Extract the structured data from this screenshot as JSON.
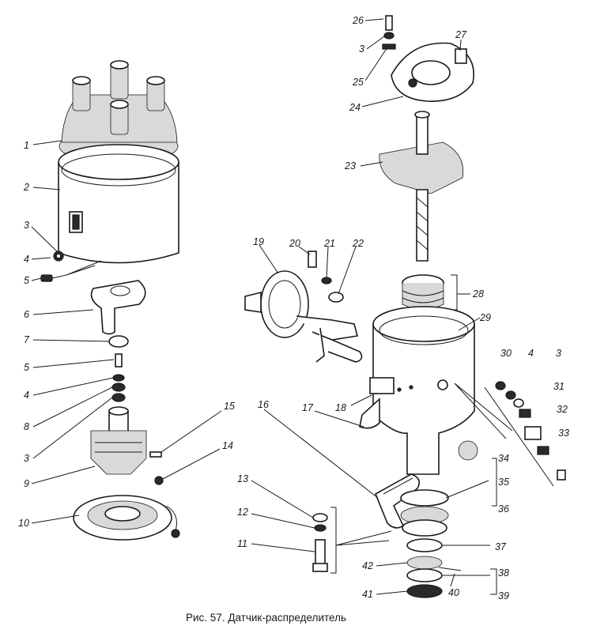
{
  "caption": "Рис. 57. Датчик-распределитель",
  "labels": [
    "1",
    "2",
    "3",
    "4",
    "5",
    "6",
    "7",
    "5",
    "4",
    "8",
    "3",
    "9",
    "10",
    "15",
    "14",
    "13",
    "12",
    "11",
    "16",
    "17",
    "18",
    "19",
    "20",
    "21",
    "22",
    "26",
    "3",
    "25",
    "27",
    "24",
    "23",
    "28",
    "29",
    "30",
    "4",
    "3",
    "31",
    "32",
    "33",
    "34",
    "35",
    "36",
    "37",
    "38",
    "39",
    "40",
    "41",
    "42"
  ]
}
